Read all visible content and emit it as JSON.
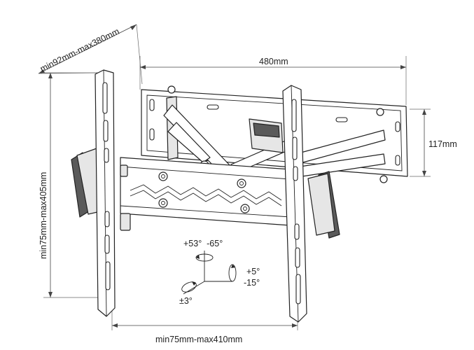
{
  "dimensions": {
    "arm_depth": "min92mm-max380mm",
    "wall_plate_width": "480mm",
    "wall_plate_height": "117mm",
    "vesa_height": "min75mm-max405mm",
    "vesa_width": "min75mm-max410mm"
  },
  "adjustments": {
    "swivel": "+53°  -65°",
    "tilt_up": "+5°",
    "tilt_down": "-15°",
    "roll": "±3°"
  }
}
